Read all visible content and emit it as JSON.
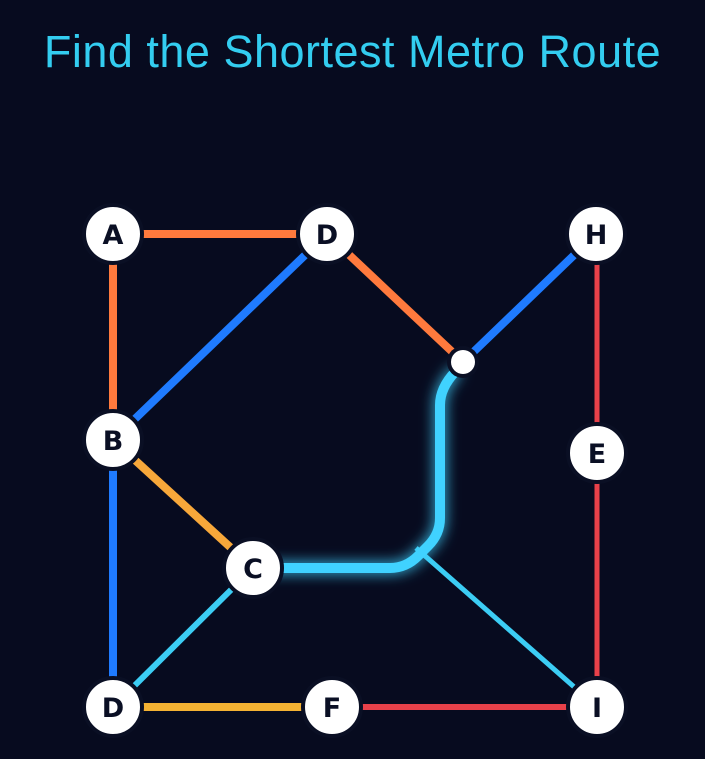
{
  "title": "Find the Shortest Metro Route",
  "colors": {
    "background": "#070b1f",
    "title": "#33cdf0",
    "orange": "#ff7a3d",
    "amber": "#f7a83a",
    "gold": "#f4b233",
    "blue": "#1f7bff",
    "red": "#e8414a",
    "cyan": "#3ccdf4",
    "route_glow": "#3fd2ff"
  },
  "stations": [
    {
      "id": "A",
      "label": "A"
    },
    {
      "id": "D1",
      "label": "D"
    },
    {
      "id": "H",
      "label": "H"
    },
    {
      "id": "B",
      "label": "B"
    },
    {
      "id": "E",
      "label": "E"
    },
    {
      "id": "C",
      "label": "C"
    },
    {
      "id": "D2",
      "label": "D"
    },
    {
      "id": "F",
      "label": "F"
    },
    {
      "id": "I",
      "label": "I"
    }
  ],
  "lines": [
    {
      "from": "A",
      "to": "D1",
      "color": "orange"
    },
    {
      "from": "A",
      "to": "B",
      "color": "orange"
    },
    {
      "from": "D1",
      "to": "B",
      "color": "blue"
    },
    {
      "from": "D1",
      "to": "J",
      "color": "orange"
    },
    {
      "from": "J",
      "to": "H",
      "color": "blue"
    },
    {
      "from": "H",
      "to": "E",
      "color": "red"
    },
    {
      "from": "E",
      "to": "I",
      "color": "red"
    },
    {
      "from": "B",
      "to": "C",
      "color": "amber"
    },
    {
      "from": "B",
      "to": "D2",
      "color": "blue"
    },
    {
      "from": "C",
      "to": "D2",
      "color": "cyan"
    },
    {
      "from": "D2",
      "to": "F",
      "color": "gold"
    },
    {
      "from": "F",
      "to": "I",
      "color": "red"
    },
    {
      "from": "K",
      "to": "I",
      "color": "cyan"
    }
  ],
  "highlighted_route": [
    "C",
    "K",
    "J"
  ]
}
